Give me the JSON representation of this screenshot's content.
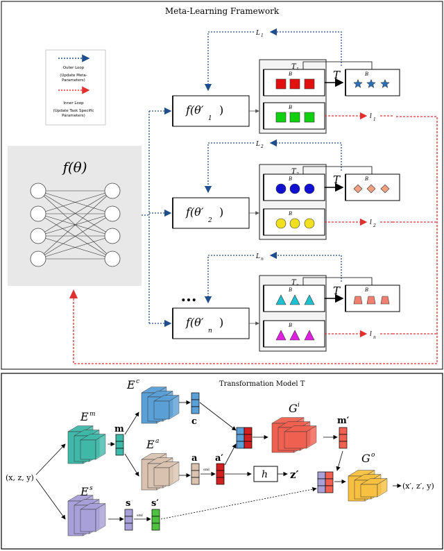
{
  "top": {
    "title": "Meta-Learning Framework",
    "legend": {
      "outer_label": "Outer Loop",
      "outer_sub1": "(Update Meta-",
      "outer_sub2": "Parameters)",
      "inner_label": "Inner Loop",
      "inner_sub1": "(Update Task Specific",
      "inner_sub2": "Parameters)",
      "outer_color": "#1f4e8c",
      "inner_color": "#e03030"
    },
    "model": {
      "label": "f(θ)"
    },
    "ellipsis": "...",
    "rows": [
      {
        "learner": "f(θ′",
        "learner_sub": "1",
        "meta_loss": "L",
        "meta_loss_sub": "1",
        "task": "T",
        "task_sub": "1",
        "b_query": "B",
        "b_spt": "B",
        "b_out": "B",
        "transform": "T",
        "inner_loss": "l",
        "inner_loss_sub": "1",
        "query_shape": "square",
        "query_color": "#e01010",
        "spt_color": "#10d010",
        "out_shape": "star",
        "out_color": "#2a6fb5"
      },
      {
        "learner": "f(θ′",
        "learner_sub": "2",
        "meta_loss": "L",
        "meta_loss_sub": "2",
        "task": "T",
        "task_sub": "2",
        "b_query": "B",
        "b_spt": "B",
        "b_out": "B",
        "transform": "T",
        "inner_loss": "l",
        "inner_loss_sub": "2",
        "query_shape": "circle",
        "query_color": "#1010d0",
        "spt_color": "#f0e020",
        "out_shape": "diamond",
        "out_color": "#f0a080"
      },
      {
        "learner": "f(θ′",
        "learner_sub": "n",
        "meta_loss": "L",
        "meta_loss_sub": "n",
        "task": "T",
        "task_sub": "n",
        "b_query": "B",
        "b_spt": "B",
        "b_out": "B",
        "transform": "T",
        "inner_loss": "l",
        "inner_loss_sub": "n",
        "query_shape": "triangle",
        "query_color": "#20c0d0",
        "spt_color": "#e020e0",
        "out_shape": "trapezoid",
        "out_color": "#f08070"
      }
    ]
  },
  "bottom": {
    "title": "Transformation Model T",
    "input": "(x, z, y)",
    "output": "(x′, z′, y)",
    "encoders": {
      "em": "E",
      "em_sup": "m",
      "ec": "E",
      "ec_sup": "c",
      "ea": "E",
      "ea_sup": "a",
      "es": "E",
      "es_sup": "s"
    },
    "generators": {
      "gi": "G",
      "gi_sup": "i",
      "go": "G",
      "go_sup": "o"
    },
    "codes": {
      "m": "m",
      "c": "c",
      "a": "a",
      "a_prime": "a′",
      "s": "s",
      "s_prime": "s′",
      "m_prime": "m′",
      "z_prime": "z′",
      "h": "h",
      "sml": "sml"
    },
    "colors": {
      "em": "#3fb8a8",
      "ec": "#5a9fd6",
      "ea": "#d9c3b0",
      "es": "#a8a0d8",
      "gi": "#f06050",
      "go": "#f8c040"
    }
  }
}
